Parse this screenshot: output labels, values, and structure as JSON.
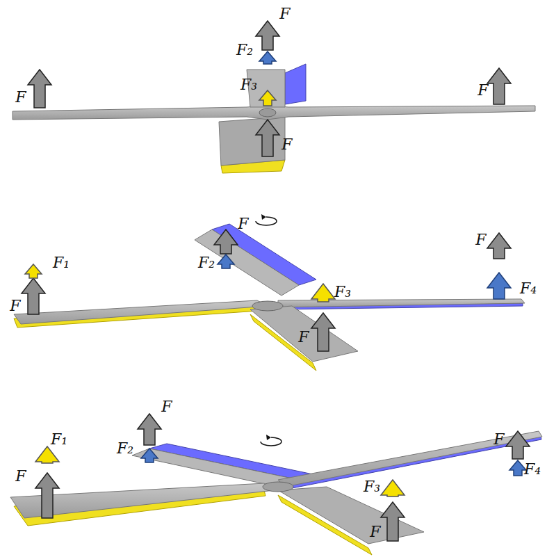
{
  "diagram": {
    "labels": [
      "F",
      "F₂",
      "F₃",
      "F",
      "F",
      "F",
      "F",
      "F",
      "F₁",
      "F₂",
      "F₄",
      "F₃",
      "F",
      "F",
      "F",
      "F",
      "F₁",
      "F₂",
      "F₄",
      "F",
      "F₃",
      "F"
    ]
  }
}
